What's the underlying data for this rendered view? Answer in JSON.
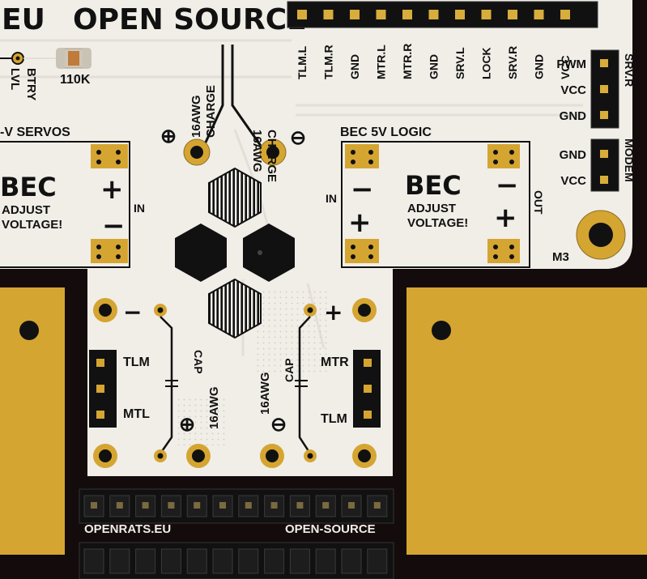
{
  "board": {
    "title_left": "EU",
    "title_right": "OPEN SOURCE",
    "colors": {
      "board": "#f1eee8",
      "copper": "#d5a531",
      "pad": "#d9ad3b",
      "header": "#111111",
      "dark": "#140c0c"
    }
  },
  "top_header_pins": [
    "TLM.L",
    "TLM.R",
    "GND",
    "MTR.L",
    "MTR.R",
    "GND",
    "SRV.L",
    "LOCK",
    "SRV.R",
    "GND",
    "VCC"
  ],
  "srv_r_header": {
    "title": "SRV.R",
    "pins": [
      "PWM",
      "VCC",
      "GND"
    ]
  },
  "modem_header": {
    "title": "MODEM",
    "pins": [
      "GND",
      "VCC"
    ]
  },
  "battery": {
    "label_top": "BTRY",
    "label_bottom": "LVL",
    "resistor": "110K"
  },
  "charge_left": {
    "polarity": "⊕",
    "gauge": "16AWG",
    "label": "CHARGE"
  },
  "charge_right": {
    "polarity": "⊖",
    "gauge": "16AWG",
    "label": "CHARGE"
  },
  "bec_left": {
    "section_label": "-V  SERVOS",
    "title": "BEC",
    "line1": "ADJUST",
    "line2": "VOLTAGE!",
    "in_label": "IN",
    "plus": "+",
    "minus": "−"
  },
  "bec_right": {
    "section_label": "BEC 5V LOGIC",
    "title": "BEC",
    "line1": "ADJUST",
    "line2": "VOLTAGE!",
    "in_label": "IN",
    "out_label": "OUT",
    "plus": "+",
    "minus": "−"
  },
  "mount_hole": "M3",
  "left_lower": {
    "minus": "−",
    "cap": "CAP",
    "pin_labels": [
      "TLM",
      "MTL"
    ],
    "polarity": "⊕",
    "gauge": "16AWG"
  },
  "right_lower": {
    "plus": "+",
    "cap": "CAP",
    "pin_labels": [
      "MTR",
      "TLM"
    ],
    "polarity": "⊖",
    "gauge": "16AWG"
  },
  "bottom_header": {
    "label_left": "OPENRATS.EU",
    "label_right": "OPEN-SOURCE",
    "pin_count": 12
  }
}
